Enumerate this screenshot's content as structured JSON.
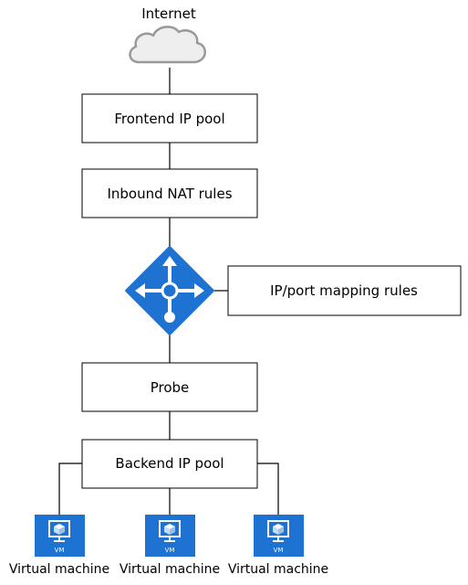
{
  "internet": {
    "label": "Internet",
    "icon": "cloud-icon"
  },
  "frontend_pool": {
    "label": "Frontend IP pool"
  },
  "nat_rules": {
    "label": "Inbound NAT rules"
  },
  "load_balancer": {
    "icon": "load-balancer-icon",
    "color": "#1e73d2"
  },
  "mapping_rules": {
    "label": "IP/port mapping rules"
  },
  "probe": {
    "label": "Probe"
  },
  "backend_pool": {
    "label": "Backend IP pool"
  },
  "vms": [
    {
      "label": "Virtual machine",
      "badge": "VM",
      "icon": "virtual-machine-icon"
    },
    {
      "label": "Virtual machine",
      "badge": "VM",
      "icon": "virtual-machine-icon"
    },
    {
      "label": "Virtual machine",
      "badge": "VM",
      "icon": "virtual-machine-icon"
    }
  ],
  "colors": {
    "vm_blue": "#1e73d2",
    "cloud_fill": "#eeeeee",
    "cloud_stroke": "#999999"
  }
}
